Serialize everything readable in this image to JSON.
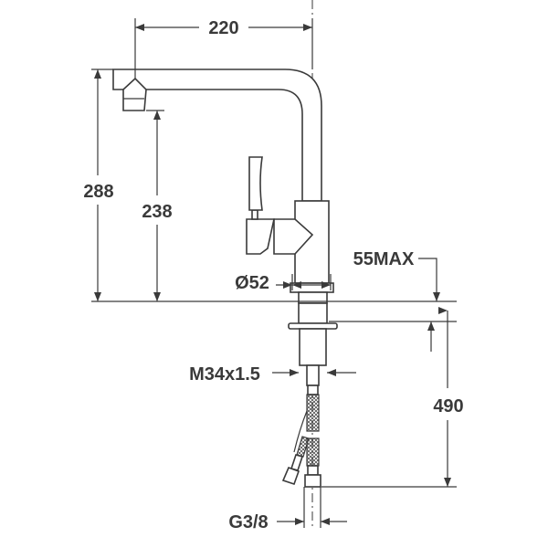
{
  "dimensions": {
    "spout_reach": "220",
    "total_height": "288",
    "spout_height": "238",
    "countertop_thickness": "55MAX",
    "base_diameter": "Ø52",
    "shank_thread": "M34x1.5",
    "hose_length": "490",
    "hose_connection": "G3/8"
  },
  "colors": {
    "line": "#3a3a3a",
    "background": "#ffffff"
  }
}
